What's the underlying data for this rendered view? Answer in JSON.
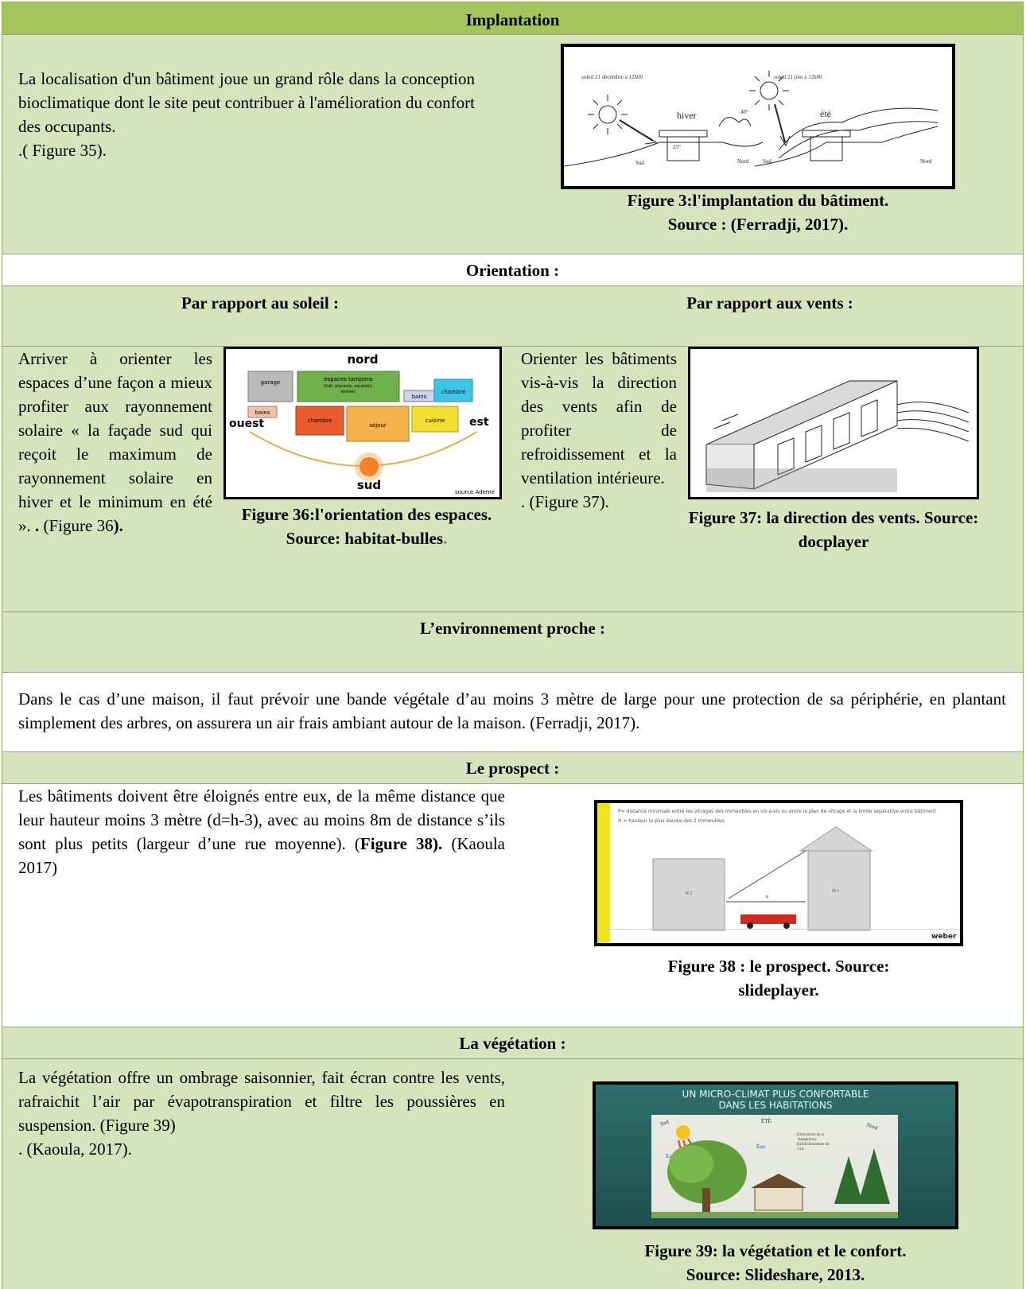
{
  "implantation": {
    "title": "Implantation",
    "text": "La localisation d'un bâtiment joue un grand rôle dans la conception bioclimatique dont le site peut contribuer à l'amélioration du confort des occupants.",
    "ref": ".( Figure 35).",
    "fig": {
      "winter_time": "soleil 21 décembre à 12h00",
      "summer_time": "soleil 21 juin à 12h00",
      "hiver": "hiver",
      "ete": "été",
      "sud": "Sud",
      "nord": "Nord",
      "angle1": "25°",
      "angle2": "40°"
    },
    "caption1": "Figure 3:l'implantation du bâtiment.",
    "caption2": "Source : (Ferradji, 2017)."
  },
  "orientation": {
    "title": "Orientation :",
    "sun_header": "Par rapport au soleil :",
    "wind_header": "Par rapport aux vents :",
    "sun_text": "Arriver à orienter les espaces d’une façon a mieux profiter aux rayonnement solaire « la façade sud qui reçoit le maximum de rayonnement solaire en hiver et le minimum en été ».",
    "sun_ref_dot": " .",
    "sun_ref": " (Figure 36",
    "sun_ref_end": ").",
    "sun_fig": {
      "nord": "nord",
      "sud": "sud",
      "ouest": "ouest",
      "est": "est",
      "garage": "garage",
      "tampons": "espaces tampons",
      "tampons2": "(hall, placards, escaliers,",
      "tampons3": "entrée)",
      "bains": "bains",
      "chambre": "chambre",
      "sejour": "séjour",
      "cuisine": "cuisine",
      "source": "source Ademe"
    },
    "sun_caption": "Figure 36:l'orientation des espaces. Source: habitat-bulles",
    "sun_caption_dot": ".",
    "wind_text": "Orienter les bâtiments vis-à-vis la direction des vents afin de profiter de refroidissement et la ventilation intérieure.",
    "wind_ref": ". (Figure 37).",
    "wind_caption": "Figure 37: la direction des vents. Source: docplayer"
  },
  "environnement": {
    "title": "L’environnement proche :",
    "text": "Dans le cas d’une maison, il faut prévoir une bande végétale d’au moins 3 mètre de large pour une protection de sa périphérie, en plantant simplement des arbres, on assurera un air frais ambiant autour de la maison. (Ferradji,  2017)."
  },
  "prospect": {
    "title": "Le prospect :",
    "text_a": "Les bâtiments doivent être éloignés entre eux, de la même distance que leur hauteur moins 3 mètre (d=h-3), avec au moins 8m de distance s’ils sont plus petits (largeur d’une rue moyenne). (",
    "text_bold": "Figure 38).",
    "text_b": " (Kaoula 2017)",
    "fig": {
      "line1": "P= distance minimale entre les vitrages des immeubles en vis-à-vis ou entre le plan de vitrage et la limite séparative entre bâtiment",
      "line2": "H = hauteur la plus élevée des 2 immeubles",
      "h2": "H 2",
      "h1": "H 1",
      "p": "P",
      "brand": "weber"
    },
    "caption1": "Figure 38 : le prospect. Source:",
    "caption2": "slideplayer."
  },
  "vegetation": {
    "title": "La végétation :",
    "text": "La végétation offre un ombrage saisonnier, fait écran contre les vents, rafraichit l’air par évapotranspiration et filtre les poussières en suspension. (Figure 39)",
    "ref": ". (Kaoula,  2017).",
    "fig": {
      "banner1": "UN MICRO-CLIMAT PLUS CONFORTABLE",
      "banner2": "DANS LES HABITATIONS",
      "ete": "ÉTÉ",
      "sud": "Sud",
      "nord": "Nord",
      "eau1": "Eau",
      "eau2": "Eau",
      "note1": "- Diminution de la",
      "note2": "température",
      "note3": "- Rafraîchissement de",
      "note4": "l'air"
    },
    "caption1": "Figure 39: la végétation et le confort.",
    "caption2": "Source: Slideshare, 2013."
  }
}
